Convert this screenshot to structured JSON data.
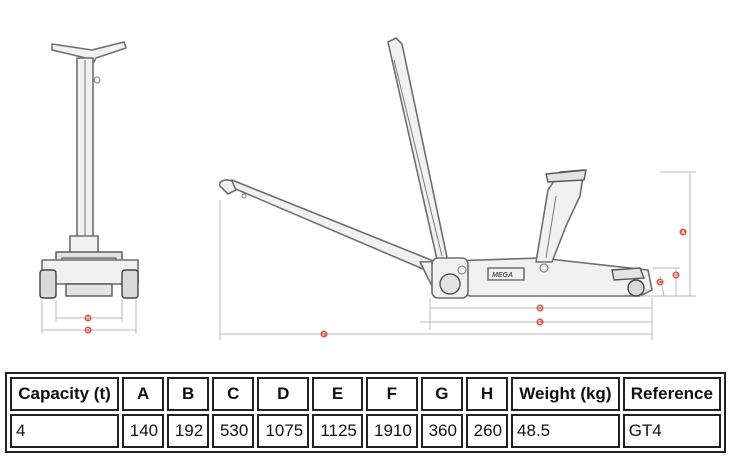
{
  "drawing": {
    "brand": "MEGA",
    "dimension_labels": [
      "H",
      "D",
      "A",
      "B",
      "C",
      "D",
      "E",
      "F",
      "G"
    ]
  },
  "table": {
    "headers": [
      "Capacity (t)",
      "A",
      "B",
      "C",
      "D",
      "E",
      "F",
      "G",
      "H",
      "Weight (kg)",
      "Reference"
    ],
    "row": [
      "4",
      "140",
      "192",
      "530",
      "1075",
      "1125",
      "1910",
      "360",
      "260",
      "48.5",
      "GT4"
    ]
  }
}
